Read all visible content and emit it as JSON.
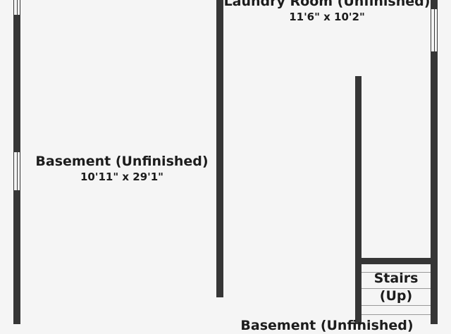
{
  "floor_plan": {
    "rooms": [
      {
        "name": "Basement (Unfinished)",
        "dimensions": "10'11\" x 29'1\""
      },
      {
        "name": "Laundry Room (Unfinished)",
        "dimensions": "11'6\" x 10'2\""
      },
      {
        "name": "Basement (Unfinished)"
      }
    ],
    "stairs": {
      "line1": "Stairs",
      "line2": "(Up)"
    },
    "colors": {
      "wall": "#363636",
      "floor": "#f5f5f5",
      "text": "#1c1c1c"
    }
  }
}
